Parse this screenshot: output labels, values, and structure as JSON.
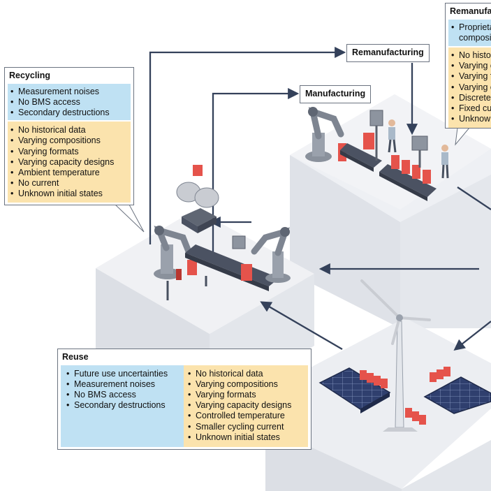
{
  "recycling": {
    "title": "Recycling",
    "blue_items": [
      "Measurement noises",
      "No BMS access",
      "Secondary destructions"
    ],
    "yellow_items": [
      "No historical data",
      "Varying compositions",
      "Varying formats",
      "Varying capacity designs",
      "Ambient temperature",
      "No current",
      "Unknown initial states"
    ]
  },
  "remanufacturing": {
    "title": "Remanufacturing",
    "blue_items": [
      "Proprietary",
      "compositions"
    ],
    "yellow_items": [
      "No historical data",
      "Varying compositions",
      "Varying formats",
      "Varying capacity designs",
      "Discrete operating states",
      "Fixed current",
      "Unknown initial states"
    ]
  },
  "reuse": {
    "title": "Reuse",
    "blue_items": [
      "Future use uncertainties",
      "Measurement noises",
      "No BMS access",
      "Secondary destructions"
    ],
    "yellow_items": [
      "No historical data",
      "Varying compositions",
      "Varying formats",
      "Varying capacity designs",
      "Controlled temperature",
      "Smaller cycling current",
      "Unknown initial states"
    ]
  },
  "labels": {
    "manufacturing": "Manufacturing",
    "remanufacturing": "Remanufacturing"
  },
  "colors": {
    "info_blue": "#bfe1f3",
    "info_yellow": "#fbe3ad",
    "platform": "#e8eaef",
    "battery_red": "#e5534b",
    "arrow": "#34415a"
  }
}
